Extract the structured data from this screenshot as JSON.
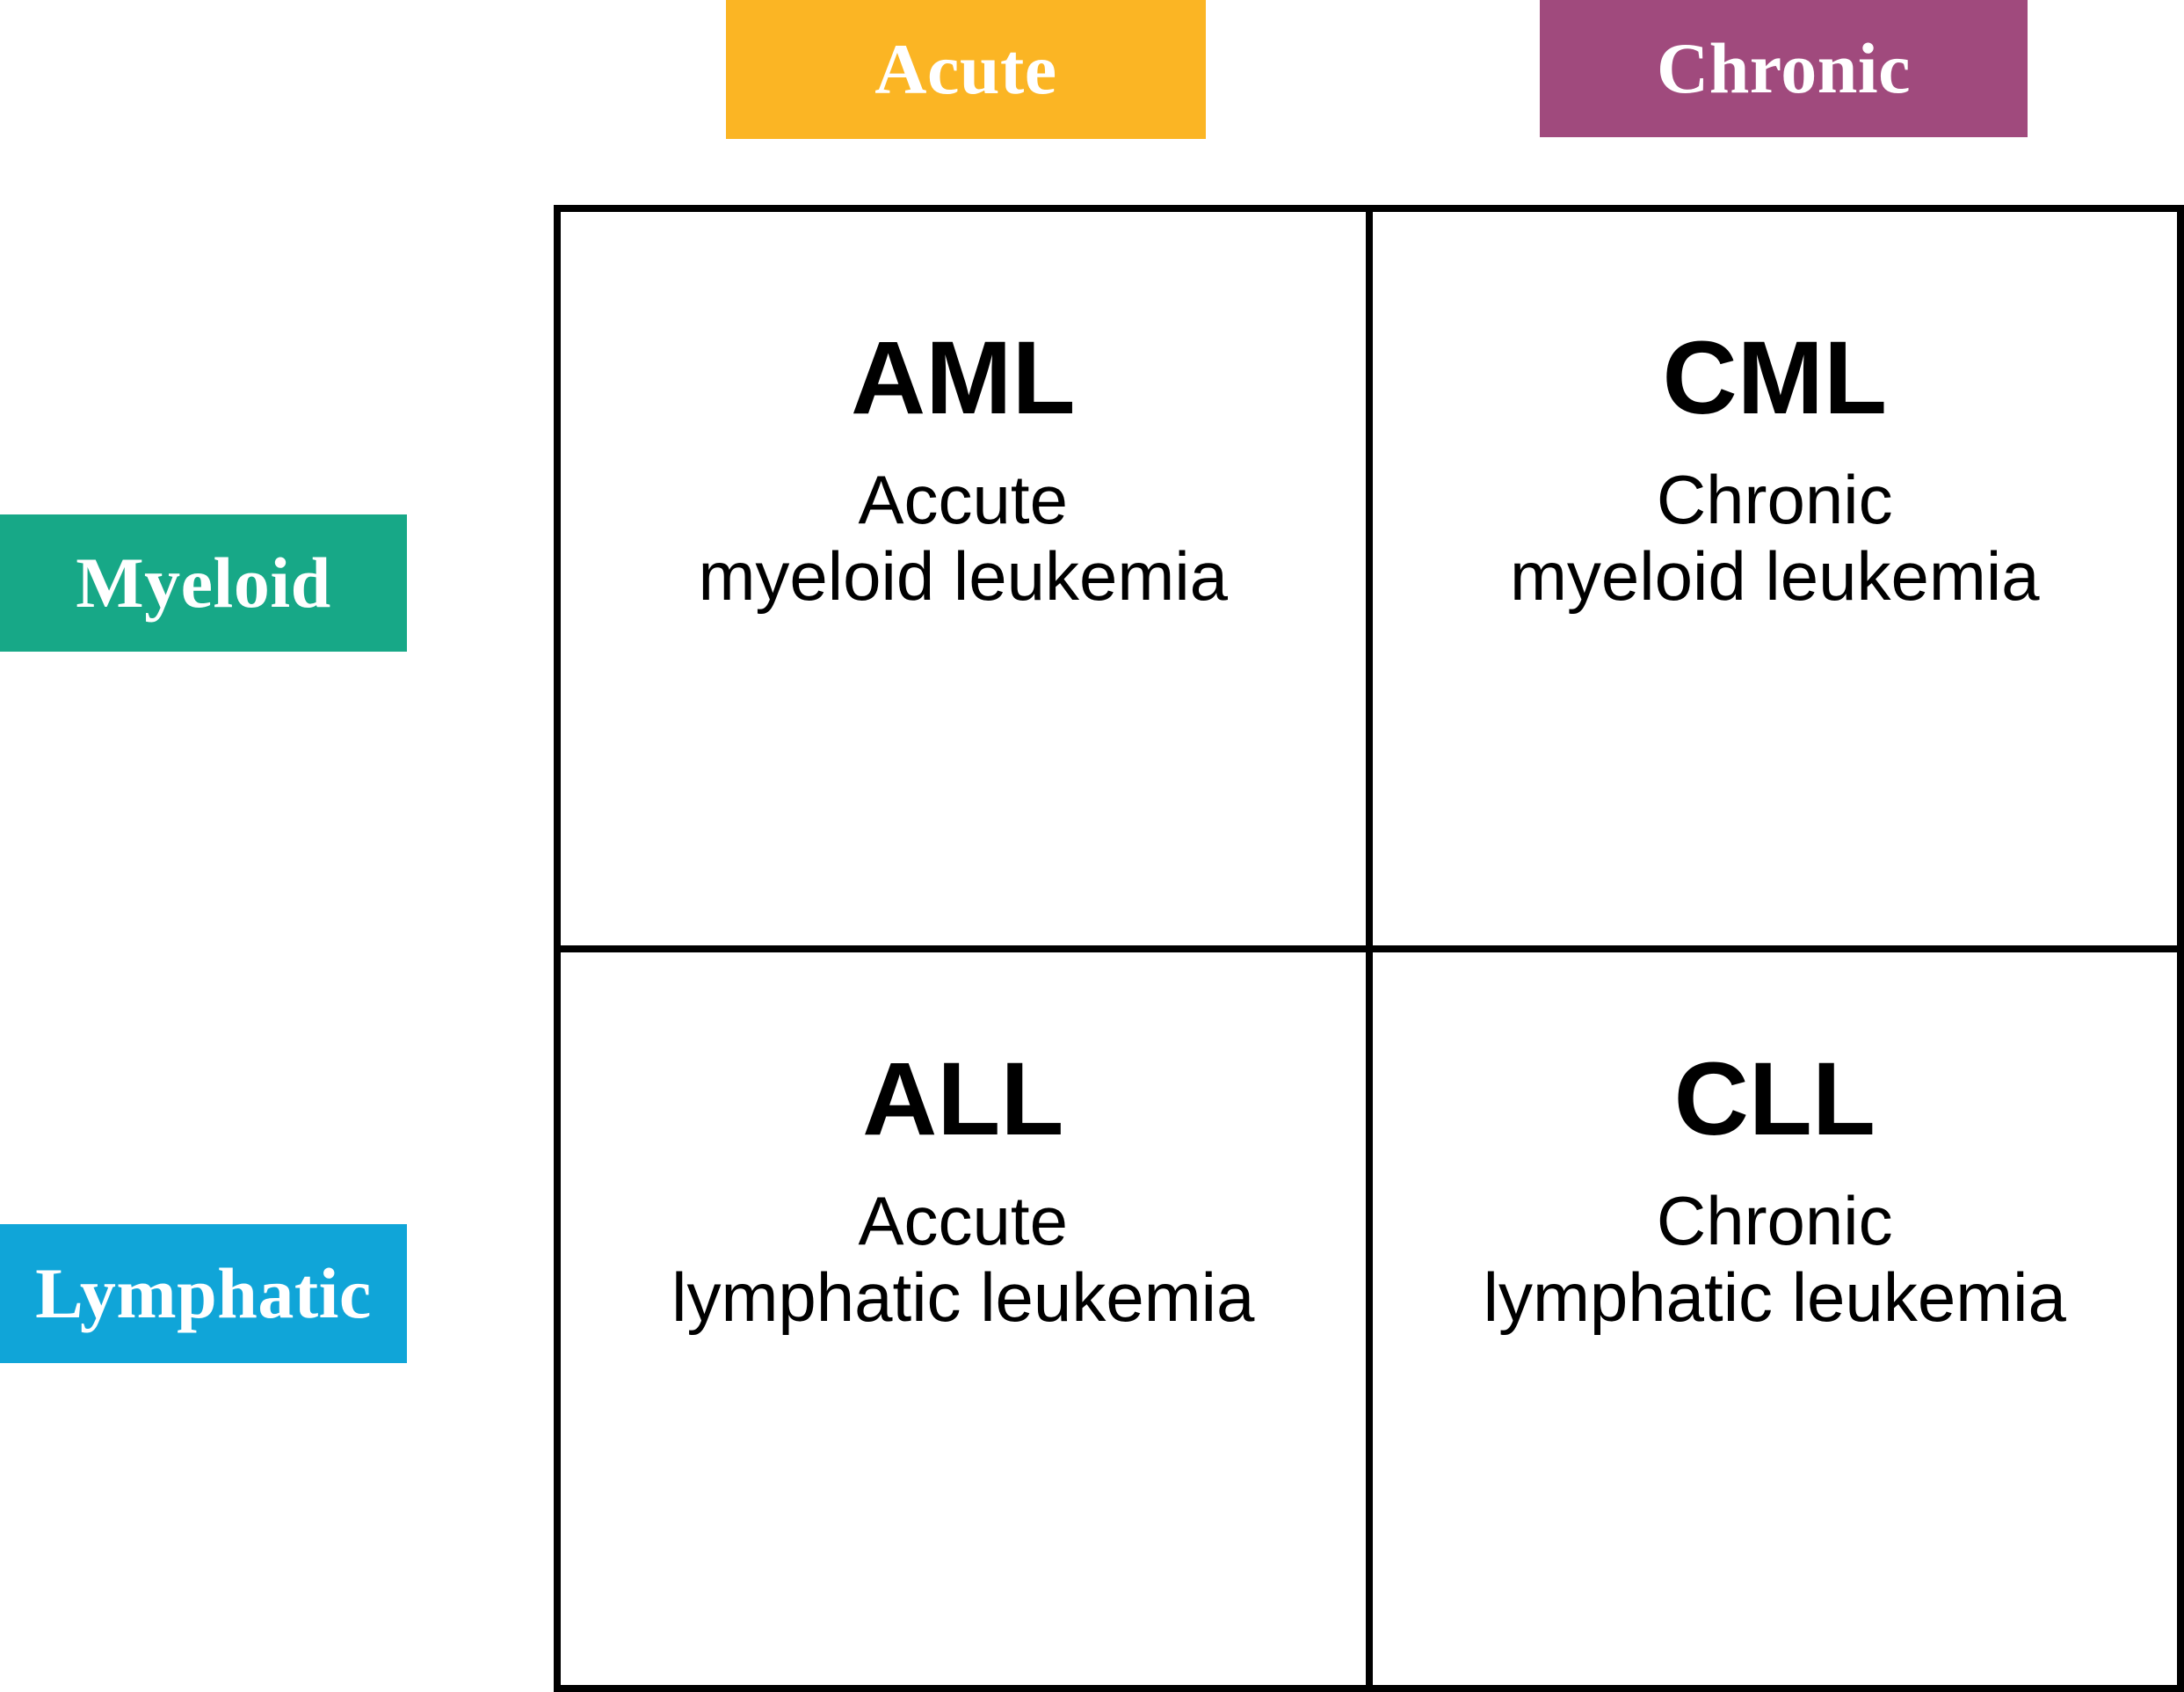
{
  "columns": [
    {
      "id": "acute",
      "label": "Acute",
      "color": "#fbb524"
    },
    {
      "id": "chronic",
      "label": "Chronic",
      "color": "#a04a7d"
    }
  ],
  "rows": [
    {
      "id": "myeloid",
      "label": "Myeloid",
      "color": "#17a887"
    },
    {
      "id": "lymphatic",
      "label": "Lymphatic",
      "color": "#10a5d8"
    }
  ],
  "cells": {
    "aml": {
      "abbr": "AML",
      "line1": "Accute",
      "line2": "myeloid leukemia",
      "description": "Accute\nmyeloid leukemia"
    },
    "cml": {
      "abbr": "CML",
      "line1": "Chronic",
      "line2": "myeloid leukemia",
      "description": "Chronic\nmyeloid leukemia"
    },
    "all": {
      "abbr": "ALL",
      "line1": "Accute",
      "line2": "lymphatic leukemia",
      "description": "Accute\nlymphatic leukemia"
    },
    "cll": {
      "abbr": "CLL",
      "line1": "Chronic",
      "line2": "lymphatic leukemia",
      "description": "Chronic\nlymphatic leukemia"
    }
  },
  "theme": {
    "border_color": "#000000",
    "text_color": "#000000",
    "label_text_color": "#ffffff",
    "background": "#ffffff"
  }
}
